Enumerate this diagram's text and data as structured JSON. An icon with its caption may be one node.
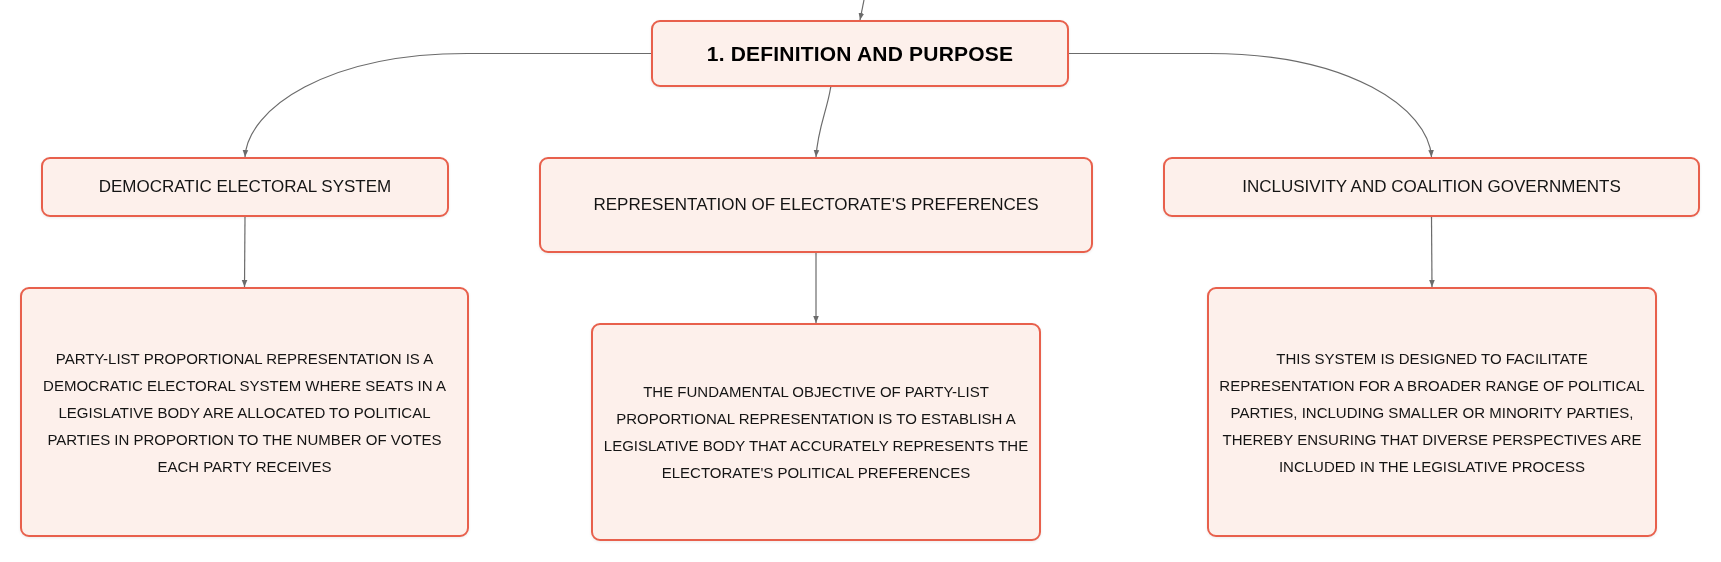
{
  "diagram": {
    "nodes": [
      {
        "text": [
          "1. DEFINITION AND PURPOSE"
        ]
      },
      {
        "text": [
          "DEMOCRATIC ELECTORAL SYSTEM"
        ]
      },
      {
        "text": [
          "REPRESENTATION OF ELECTORATE'S PREFERENCES"
        ]
      },
      {
        "text": [
          "INCLUSIVITY AND COALITION GOVERNMENTS"
        ]
      },
      {
        "text": [
          "PARTY-LIST PROPORTIONAL REPRESENTATION IS A DEMOCRATIC ELECTORAL SYSTEM WHERE SEATS IN A LEGISLATIVE BODY ARE ALLOCATED TO POLITICAL PARTIES IN PROPORTION TO THE NUMBER OF VOTES EACH PARTY RECEIVES"
        ]
      },
      {
        "text": [
          "THE FUNDAMENTAL OBJECTIVE OF PARTY-LIST PROPORTIONAL REPRESENTATION IS TO ESTABLISH A LEGISLATIVE BODY THAT ACCURATELY REPRESENTS THE ELECTORATE'S POLITICAL PREFERENCES"
        ]
      },
      {
        "text": [
          "THIS SYSTEM IS DESIGNED TO FACILITATE REPRESENTATION FOR A BROADER RANGE OF POLITICAL PARTIES, INCLUDING SMALLER OR MINORITY PARTIES, THEREBY ENSURING THAT DIVERSE PERSPECTIVES ARE INCLUDED IN THE LEGISLATIVE PROCESS"
        ]
      }
    ],
    "edges": [
      {
        "from": null,
        "to": 0,
        "arrow": "to"
      },
      {
        "from": 0,
        "to": 1,
        "arrow": "to"
      },
      {
        "from": 0,
        "to": 2,
        "arrow": "to"
      },
      {
        "from": 0,
        "to": 3,
        "arrow": "to"
      },
      {
        "from": 1,
        "to": 4,
        "arrow": "to"
      },
      {
        "from": 2,
        "to": 5,
        "arrow": "to"
      },
      {
        "from": 3,
        "to": 6,
        "arrow": "to"
      }
    ]
  }
}
